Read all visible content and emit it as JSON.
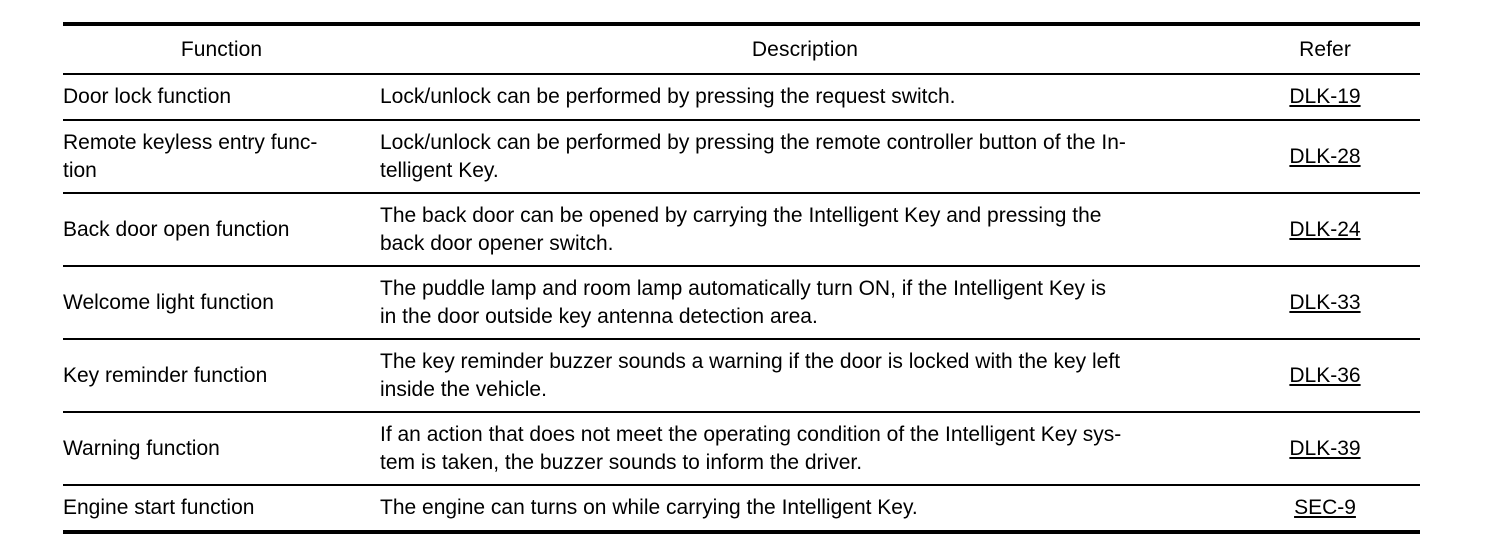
{
  "table": {
    "columns": [
      {
        "key": "function",
        "label": "Function"
      },
      {
        "key": "description",
        "label": "Description"
      },
      {
        "key": "refer",
        "label": "Refer"
      }
    ],
    "rows": [
      {
        "function_line1": "Door lock function",
        "function_line2": "",
        "description_line1": "Lock/unlock can be performed by pressing the request switch.",
        "description_line2": "",
        "refer": "DLK-19"
      },
      {
        "function_line1": "Remote keyless entry func-",
        "function_line2": "tion",
        "description_line1": "Lock/unlock can be performed by pressing the remote controller button of the In-",
        "description_line2": "telligent Key.",
        "refer": "DLK-28"
      },
      {
        "function_line1": "Back door open function",
        "function_line2": "",
        "description_line1": "The back door can be opened by carrying the Intelligent Key and pressing the",
        "description_line2": "back door opener switch.",
        "refer": "DLK-24"
      },
      {
        "function_line1": "Welcome light function",
        "function_line2": "",
        "description_line1": "The puddle lamp and room lamp automatically turn ON, if the Intelligent Key is",
        "description_line2": "in the door outside key antenna detection area.",
        "refer": "DLK-33"
      },
      {
        "function_line1": "Key reminder function",
        "function_line2": "",
        "description_line1": "The key reminder buzzer sounds a warning if the door is locked with the key left",
        "description_line2": "inside the vehicle.",
        "refer": "DLK-36"
      },
      {
        "function_line1": "Warning function",
        "function_line2": "",
        "description_line1": "If an action that does not meet the operating condition of the Intelligent Key sys-",
        "description_line2": "tem is taken, the buzzer sounds to inform the driver.",
        "refer": "DLK-39"
      },
      {
        "function_line1": "Engine start function",
        "function_line2": "",
        "description_line1": "The engine can turns on while carrying the Intelligent Key.",
        "description_line2": "",
        "refer": "SEC-9"
      }
    ]
  },
  "colors": {
    "rule": "#000000",
    "text": "#000000",
    "background": "#ffffff"
  }
}
